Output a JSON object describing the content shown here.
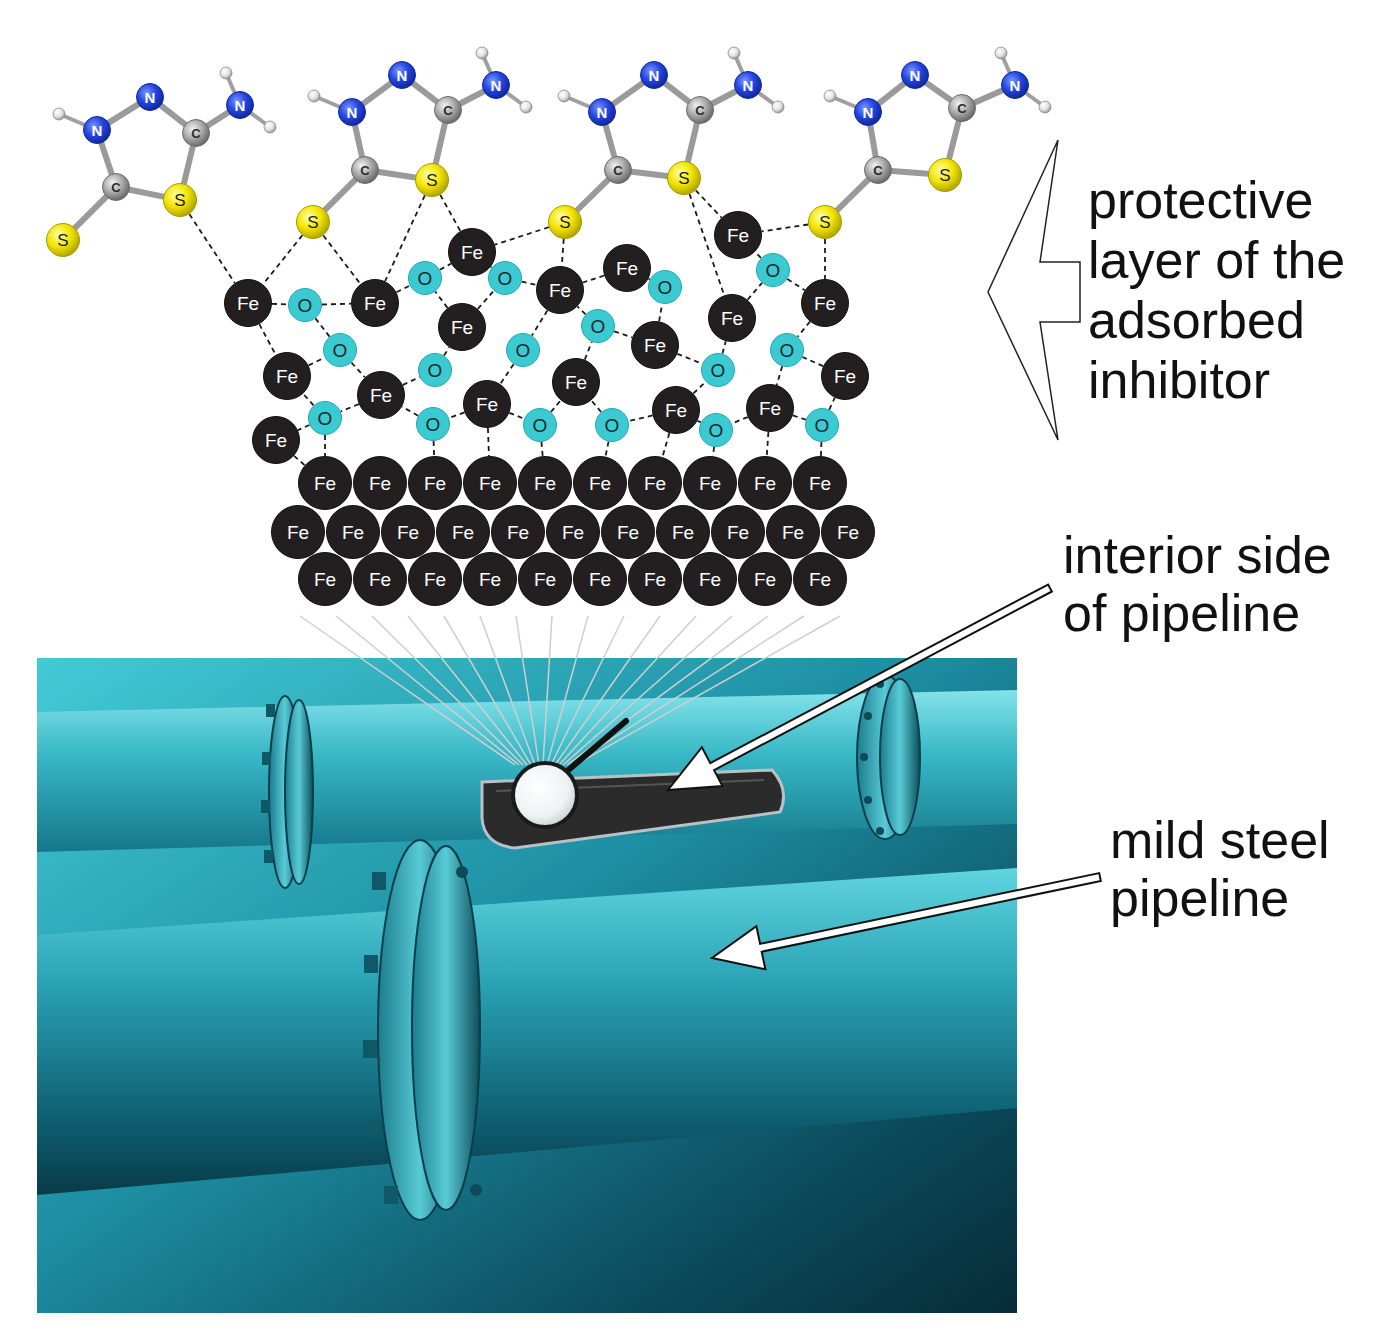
{
  "diagram": {
    "nodes": [
      {
        "text": [
          "N"
        ]
      },
      {
        "text": [
          "N"
        ]
      },
      {
        "text": [
          "C"
        ]
      },
      {
        "text": [
          "N"
        ]
      },
      {
        "text": [
          "C"
        ]
      },
      {
        "text": [
          "S"
        ]
      },
      {
        "text": [
          "S"
        ]
      },
      {
        "text": [
          "N"
        ]
      },
      {
        "text": [
          "N"
        ]
      },
      {
        "text": [
          "C"
        ]
      },
      {
        "text": [
          "N"
        ]
      },
      {
        "text": [
          "C"
        ]
      },
      {
        "text": [
          "S"
        ]
      },
      {
        "text": [
          "S"
        ]
      },
      {
        "text": [
          "N"
        ]
      },
      {
        "text": [
          "N"
        ]
      },
      {
        "text": [
          "C"
        ]
      },
      {
        "text": [
          "N"
        ]
      },
      {
        "text": [
          "C"
        ]
      },
      {
        "text": [
          "S"
        ]
      },
      {
        "text": [
          "S"
        ]
      },
      {
        "text": [
          "N"
        ]
      },
      {
        "text": [
          "N"
        ]
      },
      {
        "text": [
          "C"
        ]
      },
      {
        "text": [
          "N"
        ]
      },
      {
        "text": [
          "C"
        ]
      },
      {
        "text": [
          "S"
        ]
      },
      {
        "text": [
          "S"
        ]
      },
      {
        "text": [
          "Fe"
        ]
      },
      {
        "text": [
          "Fe"
        ]
      },
      {
        "text": [
          "Fe"
        ]
      },
      {
        "text": [
          "Fe"
        ]
      },
      {
        "text": [
          "Fe"
        ]
      },
      {
        "text": [
          "Fe"
        ]
      },
      {
        "text": [
          "Fe"
        ]
      },
      {
        "text": [
          "Fe"
        ]
      },
      {
        "text": [
          "Fe"
        ]
      },
      {
        "text": [
          "Fe"
        ]
      },
      {
        "text": [
          "Fe"
        ]
      },
      {
        "text": [
          "Fe"
        ]
      },
      {
        "text": [
          "Fe"
        ]
      },
      {
        "text": [
          "Fe"
        ]
      },
      {
        "text": [
          "Fe"
        ]
      },
      {
        "text": [
          "Fe"
        ]
      },
      {
        "text": [
          "Fe"
        ]
      },
      {
        "text": [
          "Fe"
        ]
      },
      {
        "text": [
          "O"
        ]
      },
      {
        "text": [
          "O"
        ]
      },
      {
        "text": [
          "O"
        ]
      },
      {
        "text": [
          "O"
        ]
      },
      {
        "text": [
          "O"
        ]
      },
      {
        "text": [
          "O"
        ]
      },
      {
        "text": [
          "O"
        ]
      },
      {
        "text": [
          "O"
        ]
      },
      {
        "text": [
          "O"
        ]
      },
      {
        "text": [
          "O"
        ]
      },
      {
        "text": [
          "O"
        ]
      },
      {
        "text": [
          "O"
        ]
      },
      {
        "text": [
          "O"
        ]
      },
      {
        "text": [
          "O"
        ]
      },
      {
        "text": [
          "O"
        ]
      },
      {
        "text": [
          "O"
        ]
      },
      {
        "text": [
          "O"
        ]
      },
      {
        "text": [
          "Fe"
        ]
      },
      {
        "text": [
          "Fe"
        ]
      },
      {
        "text": [
          "Fe"
        ]
      },
      {
        "text": [
          "Fe"
        ]
      },
      {
        "text": [
          "Fe"
        ]
      },
      {
        "text": [
          "Fe"
        ]
      },
      {
        "text": [
          "Fe"
        ]
      },
      {
        "text": [
          "Fe"
        ]
      },
      {
        "text": [
          "Fe"
        ]
      },
      {
        "text": [
          "Fe"
        ]
      },
      {
        "text": [
          "Fe"
        ]
      },
      {
        "text": [
          "Fe"
        ]
      },
      {
        "text": [
          "Fe"
        ]
      },
      {
        "text": [
          "Fe"
        ]
      },
      {
        "text": [
          "Fe"
        ]
      },
      {
        "text": [
          "Fe"
        ]
      },
      {
        "text": [
          "Fe"
        ]
      },
      {
        "text": [
          "Fe"
        ]
      },
      {
        "text": [
          "Fe"
        ]
      },
      {
        "text": [
          "Fe"
        ]
      },
      {
        "text": [
          "Fe"
        ]
      },
      {
        "text": [
          "Fe"
        ]
      },
      {
        "text": [
          "Fe"
        ]
      },
      {
        "text": [
          "Fe"
        ]
      },
      {
        "text": [
          "Fe"
        ]
      },
      {
        "text": [
          "Fe"
        ]
      },
      {
        "text": [
          "Fe"
        ]
      },
      {
        "text": [
          "Fe"
        ]
      },
      {
        "text": [
          "Fe"
        ]
      },
      {
        "text": [
          "Fe"
        ]
      },
      {
        "text": [
          "Fe"
        ]
      }
    ],
    "edges": [
      {
        "from": 0,
        "to": 1,
        "arrow": "none"
      },
      {
        "from": 1,
        "to": 2,
        "arrow": "none"
      },
      {
        "from": 2,
        "to": 3,
        "arrow": "none"
      },
      {
        "from": 2,
        "to": 5,
        "arrow": "none"
      },
      {
        "from": 5,
        "to": 4,
        "arrow": "none"
      },
      {
        "from": 4,
        "to": 0,
        "arrow": "none"
      },
      {
        "from": 4,
        "to": 6,
        "arrow": "none"
      },
      {
        "from": 7,
        "to": 8,
        "arrow": "none"
      },
      {
        "from": 8,
        "to": 9,
        "arrow": "none"
      },
      {
        "from": 9,
        "to": 10,
        "arrow": "none"
      },
      {
        "from": 9,
        "to": 12,
        "arrow": "none"
      },
      {
        "from": 12,
        "to": 11,
        "arrow": "none"
      },
      {
        "from": 11,
        "to": 7,
        "arrow": "none"
      },
      {
        "from": 11,
        "to": 13,
        "arrow": "none"
      },
      {
        "from": 14,
        "to": 15,
        "arrow": "none"
      },
      {
        "from": 15,
        "to": 16,
        "arrow": "none"
      },
      {
        "from": 16,
        "to": 17,
        "arrow": "none"
      },
      {
        "from": 16,
        "to": 19,
        "arrow": "none"
      },
      {
        "from": 19,
        "to": 18,
        "arrow": "none"
      },
      {
        "from": 18,
        "to": 14,
        "arrow": "none"
      },
      {
        "from": 18,
        "to": 20,
        "arrow": "none"
      },
      {
        "from": 21,
        "to": 22,
        "arrow": "none"
      },
      {
        "from": 22,
        "to": 23,
        "arrow": "none"
      },
      {
        "from": 23,
        "to": 24,
        "arrow": "none"
      },
      {
        "from": 23,
        "to": 26,
        "arrow": "none"
      },
      {
        "from": 26,
        "to": 25,
        "arrow": "none"
      },
      {
        "from": 25,
        "to": 21,
        "arrow": "none"
      },
      {
        "from": 25,
        "to": 27,
        "arrow": "none"
      },
      {
        "from": 5,
        "to": 28,
        "arrow": "none"
      },
      {
        "from": 13,
        "to": 28,
        "arrow": "none"
      },
      {
        "from": 13,
        "to": 29,
        "arrow": "none"
      },
      {
        "from": 12,
        "to": 29,
        "arrow": "none"
      },
      {
        "from": 12,
        "to": 30,
        "arrow": "none"
      },
      {
        "from": 20,
        "to": 30,
        "arrow": "none"
      },
      {
        "from": 20,
        "to": 31,
        "arrow": "none"
      },
      {
        "from": 19,
        "to": 33,
        "arrow": "none"
      },
      {
        "from": 19,
        "to": 35,
        "arrow": "none"
      },
      {
        "from": 27,
        "to": 33,
        "arrow": "none"
      },
      {
        "from": 27,
        "to": 36,
        "arrow": "none"
      },
      {
        "from": 28,
        "to": 46,
        "arrow": "none"
      },
      {
        "from": 46,
        "to": 29,
        "arrow": "none"
      },
      {
        "from": 29,
        "to": 47,
        "arrow": "none"
      },
      {
        "from": 47,
        "to": 30,
        "arrow": "none"
      },
      {
        "from": 30,
        "to": 48,
        "arrow": "none"
      },
      {
        "from": 28,
        "to": 37,
        "arrow": "none"
      },
      {
        "from": 46,
        "to": 51,
        "arrow": "none"
      },
      {
        "from": 37,
        "to": 51,
        "arrow": "none"
      },
      {
        "from": 51,
        "to": 38,
        "arrow": "none"
      },
      {
        "from": 38,
        "to": 52,
        "arrow": "none"
      },
      {
        "from": 52,
        "to": 34,
        "arrow": "none"
      },
      {
        "from": 34,
        "to": 47,
        "arrow": "none"
      },
      {
        "from": 34,
        "to": 48,
        "arrow": "none"
      },
      {
        "from": 48,
        "to": 31,
        "arrow": "none"
      },
      {
        "from": 31,
        "to": 53,
        "arrow": "none"
      },
      {
        "from": 53,
        "to": 39,
        "arrow": "none"
      },
      {
        "from": 39,
        "to": 58,
        "arrow": "none"
      },
      {
        "from": 58,
        "to": 38,
        "arrow": "none"
      },
      {
        "from": 38,
        "to": 57,
        "arrow": "none"
      },
      {
        "from": 57,
        "to": 37,
        "arrow": "none"
      },
      {
        "from": 57,
        "to": 45,
        "arrow": "none"
      },
      {
        "from": 39,
        "to": 59,
        "arrow": "none"
      },
      {
        "from": 59,
        "to": 40,
        "arrow": "none"
      },
      {
        "from": 40,
        "to": 54,
        "arrow": "none"
      },
      {
        "from": 54,
        "to": 31,
        "arrow": "none"
      },
      {
        "from": 54,
        "to": 41,
        "arrow": "none"
      },
      {
        "from": 41,
        "to": 49,
        "arrow": "none"
      },
      {
        "from": 49,
        "to": 32,
        "arrow": "none"
      },
      {
        "from": 41,
        "to": 55,
        "arrow": "none"
      },
      {
        "from": 55,
        "to": 35,
        "arrow": "none"
      },
      {
        "from": 35,
        "to": 50,
        "arrow": "none"
      },
      {
        "from": 50,
        "to": 33,
        "arrow": "none"
      },
      {
        "from": 50,
        "to": 36,
        "arrow": "none"
      },
      {
        "from": 36,
        "to": 56,
        "arrow": "none"
      },
      {
        "from": 56,
        "to": 43,
        "arrow": "none"
      },
      {
        "from": 43,
        "to": 61,
        "arrow": "none"
      },
      {
        "from": 61,
        "to": 42,
        "arrow": "none"
      },
      {
        "from": 42,
        "to": 55,
        "arrow": "none"
      },
      {
        "from": 42,
        "to": 60,
        "arrow": "none"
      },
      {
        "from": 60,
        "to": 40,
        "arrow": "none"
      },
      {
        "from": 43,
        "to": 62,
        "arrow": "none"
      },
      {
        "from": 62,
        "to": 44,
        "arrow": "none"
      },
      {
        "from": 44,
        "to": 56,
        "arrow": "none"
      },
      {
        "from": 32,
        "to": 31,
        "arrow": "none"
      },
      {
        "from": 57,
        "to": 63,
        "arrow": "none"
      },
      {
        "from": 45,
        "to": 63,
        "arrow": "none"
      },
      {
        "from": 58,
        "to": 65,
        "arrow": "none"
      },
      {
        "from": 39,
        "to": 66,
        "arrow": "none"
      },
      {
        "from": 59,
        "to": 67,
        "arrow": "none"
      },
      {
        "from": 60,
        "to": 68,
        "arrow": "none"
      },
      {
        "from": 42,
        "to": 69,
        "arrow": "none"
      },
      {
        "from": 61,
        "to": 70,
        "arrow": "none"
      },
      {
        "from": 43,
        "to": 71,
        "arrow": "none"
      },
      {
        "from": 62,
        "to": 72,
        "arrow": "none"
      }
    ],
    "labels": [
      "protective layer of the adsorbed inhibitor",
      "interior side of pipeline",
      "mild steel pipeline"
    ]
  }
}
